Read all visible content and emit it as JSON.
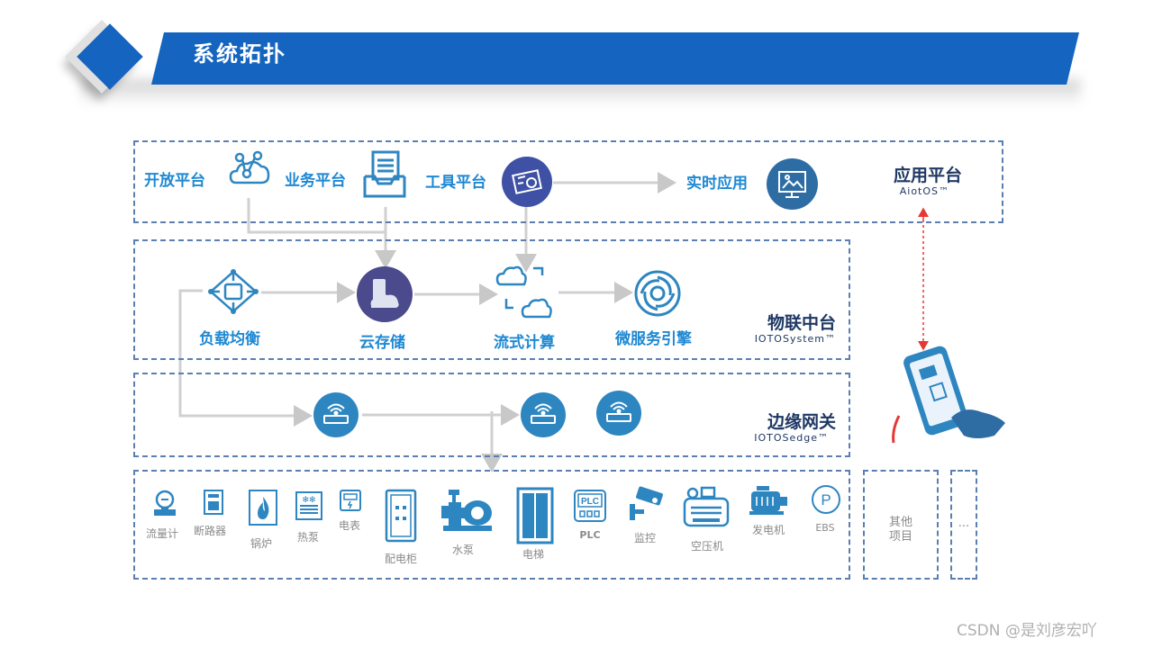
{
  "header": {
    "title": "系统拓扑"
  },
  "app_layer": {
    "title": "应用平台",
    "subtitle": "AiotOS™",
    "items": [
      "开放平台",
      "业务平台",
      "工具平台",
      "实时应用"
    ]
  },
  "iot_layer": {
    "title": "物联中台",
    "subtitle": "IOTOSystem™",
    "items": [
      "负载均衡",
      "云存储",
      "流式计算",
      "微服务引擎"
    ]
  },
  "edge_layer": {
    "title": "边缘网关",
    "subtitle": "IOTOSedge™"
  },
  "devices": [
    "流量计",
    "断路器",
    "锅炉",
    "热泵",
    "电表",
    "配电柜",
    "水泵",
    "电梯",
    "PLC",
    "监控",
    "空压机",
    "发电机",
    "EBS"
  ],
  "other": {
    "label_line1": "其他",
    "label_line2": "项目",
    "more": "..."
  },
  "watermark": "CSDN @是刘彦宏吖",
  "colors": {
    "primary": "#1565c0",
    "label_blue": "#1e88d2",
    "dark_navy": "#1f3864",
    "icon_blue": "#2e86c1",
    "dash_border": "#5b7fb0"
  }
}
